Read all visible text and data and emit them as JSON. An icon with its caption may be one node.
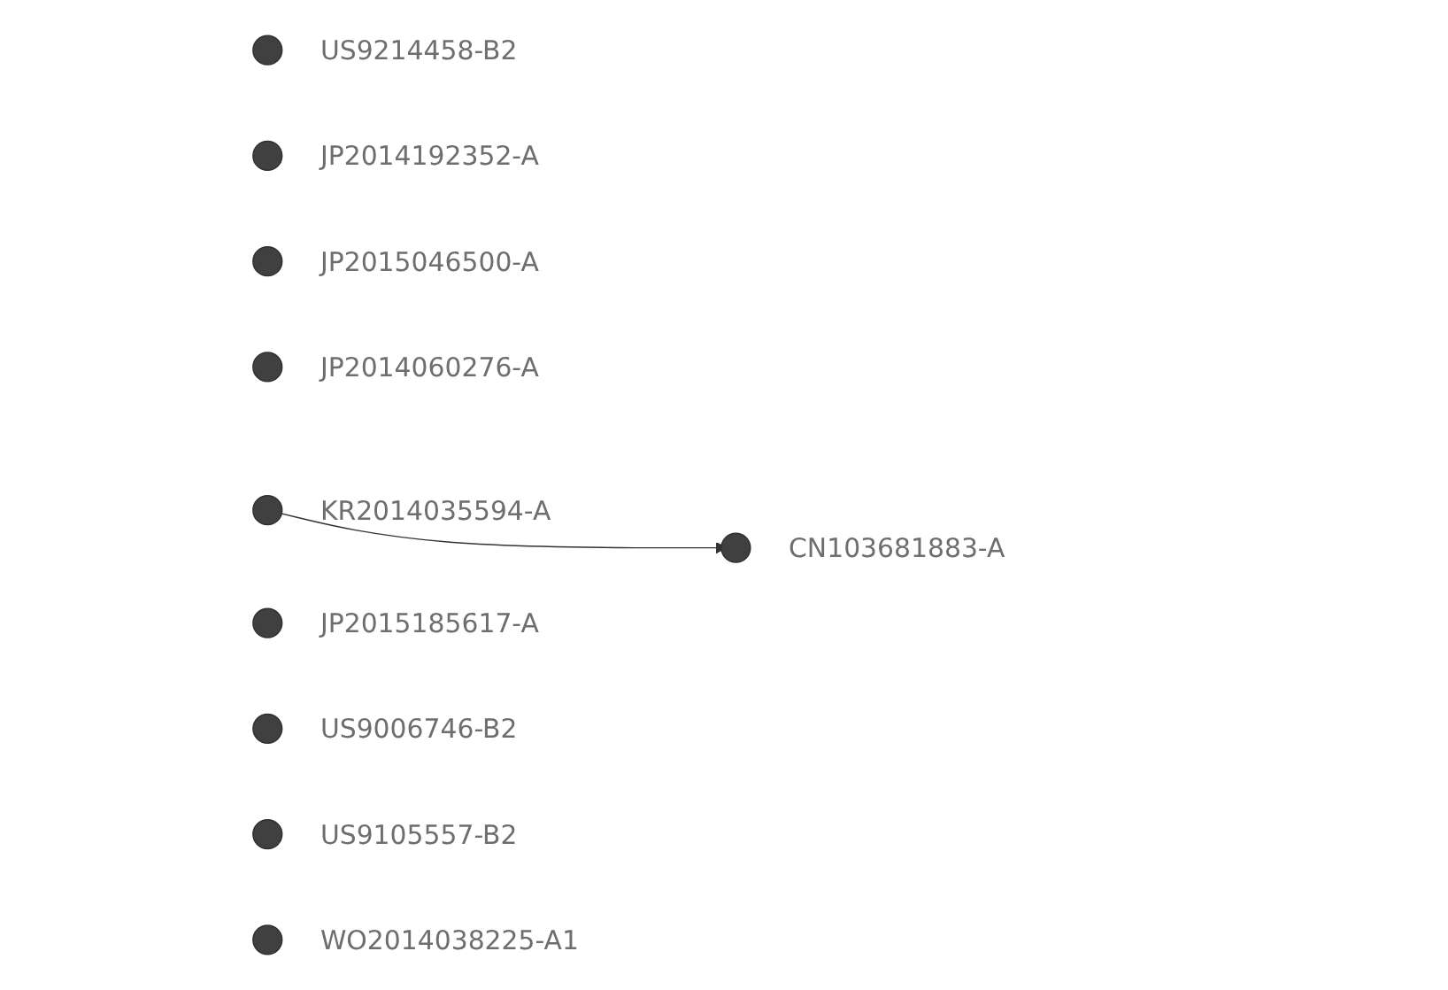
{
  "diagram": {
    "nodes": [
      {
        "text": [],
        "shape": "circle",
        "beside": [
          "US9214458-B2"
        ]
      },
      {
        "text": [],
        "shape": "circle",
        "beside": [
          "JP2014192352-A"
        ]
      },
      {
        "text": [],
        "shape": "circle",
        "beside": [
          "KR2014035594-A"
        ]
      },
      {
        "text": [],
        "shape": "circle",
        "beside": [
          "JP2015046500-A"
        ]
      },
      {
        "text": [],
        "shape": "circle",
        "beside": [
          "JP2014060276-A"
        ]
      },
      {
        "text": [],
        "shape": "circle",
        "beside": [
          "JP2015185617-A"
        ]
      },
      {
        "text": [],
        "shape": "circle",
        "beside": [
          "US9006746-B2"
        ]
      },
      {
        "text": [],
        "shape": "circle",
        "beside": [
          "CN103681883-A"
        ]
      },
      {
        "text": [],
        "shape": "circle",
        "beside": [
          "US9105557-B2"
        ]
      },
      {
        "text": [],
        "shape": "circle",
        "beside": [
          "WO2014038225-A1"
        ]
      }
    ],
    "edges": [
      {
        "from": 2,
        "to": 7,
        "arrow": "to"
      }
    ]
  }
}
